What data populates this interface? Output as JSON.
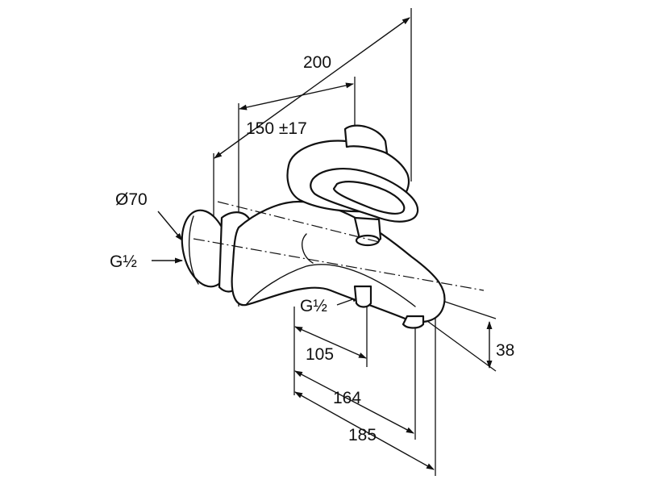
{
  "dimensions": {
    "overall_width": "200",
    "centre_distance": "150 ±17",
    "rosette_diameter": "Ø70",
    "inlet_thread": "G½",
    "outlet_thread": "G½",
    "outlet_offset": "105",
    "spout_projection_outlet": "164",
    "spout_projection_total": "185",
    "spout_height": "38"
  },
  "colors": {
    "line": "#111111",
    "background": "#ffffff"
  }
}
